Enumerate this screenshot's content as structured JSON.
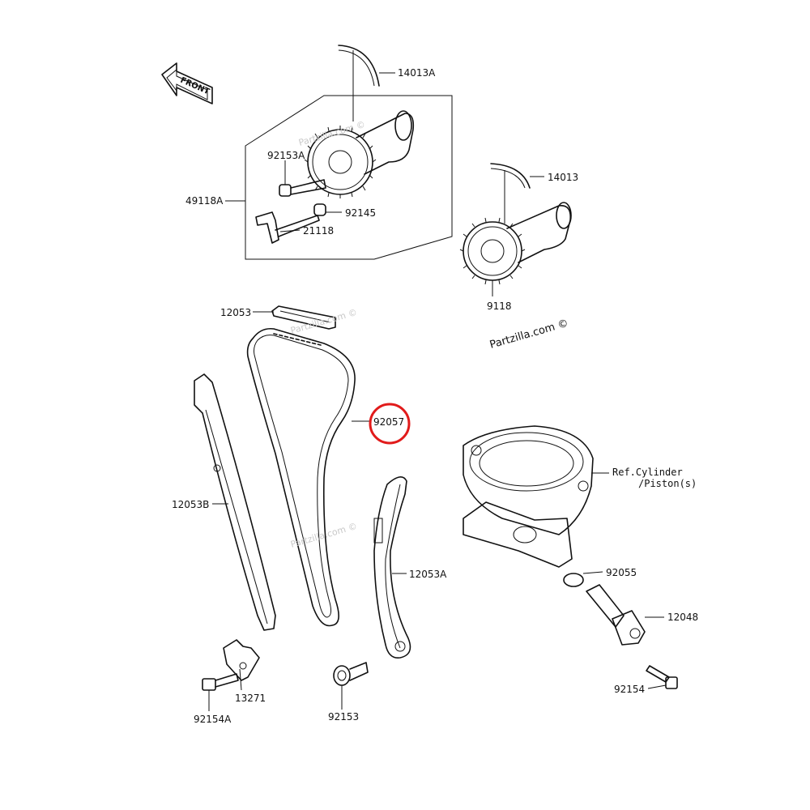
{
  "diagram": {
    "front_arrow_text": "FRONT",
    "watermark": "Partzilla.com ©",
    "brand_text": "Partzilla.com ©",
    "highlight_color": "#e11b1b",
    "labels": {
      "p14013A": "14013A",
      "p92153A": "92153A",
      "p49118A": "49118A",
      "p92145": "92145",
      "p21118": "21118",
      "p14013": "14013",
      "p9118": "9118",
      "p12053": "12053",
      "p92057": "92057",
      "p12053B": "12053B",
      "p12053A": "12053A",
      "p13271": "13271",
      "p92154A": "92154A",
      "p92153": "92153",
      "pRefCyl1": "Ref.Cylinder",
      "pRefCyl2": "/Piston(s)",
      "p92055": "92055",
      "p12048": "12048",
      "p92154": "92154"
    }
  }
}
